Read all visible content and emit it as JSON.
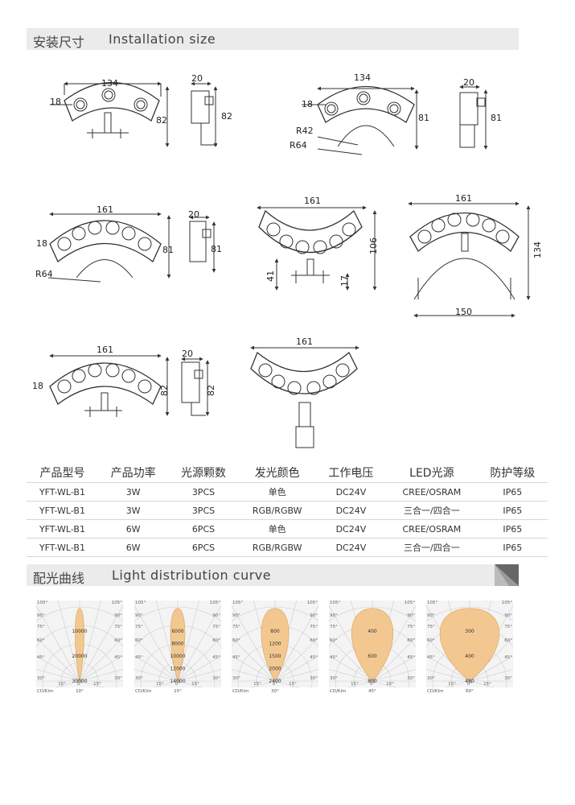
{
  "section1": {
    "title_zh": "安装尺寸",
    "title_en": "Installation size"
  },
  "section2": {
    "title_zh": "配光曲线",
    "title_en": "Light distribution curve"
  },
  "drawings": [
    {
      "w": "134",
      "h": "82",
      "led": "18",
      "sw": "20",
      "sh": "82"
    },
    {
      "w": "134",
      "h": "81",
      "led": "18",
      "sw": "20",
      "sh": "81",
      "r1": "R42",
      "r2": "R64"
    },
    {
      "w": "161",
      "h": "81",
      "led": "18",
      "sw": "20",
      "sh": "81",
      "r1": "R64"
    },
    {
      "w": "161",
      "h": "106",
      "d1": "41",
      "d2": "17"
    },
    {
      "w": "161",
      "h": "134",
      "base": "150"
    },
    {
      "w": "161",
      "h": "82",
      "led": "18",
      "sw": "20",
      "sh": "82"
    },
    {
      "w": "161"
    }
  ],
  "table": {
    "headers": [
      "产品型号",
      "产品功率",
      "光源颗数",
      "发光颜色",
      "工作电压",
      "LED光源",
      "防护等级"
    ],
    "rows": [
      [
        "YFT-WL-B1",
        "3W",
        "3PCS",
        "单色",
        "DC24V",
        "CREE/OSRAM",
        "IP65"
      ],
      [
        "YFT-WL-B1",
        "3W",
        "3PCS",
        "RGB/RGBW",
        "DC24V",
        "三合一/四合一",
        "IP65"
      ],
      [
        "YFT-WL-B1",
        "6W",
        "6PCS",
        "单色",
        "DC24V",
        "CREE/OSRAM",
        "IP65"
      ],
      [
        "YFT-WL-B1",
        "6W",
        "6PCS",
        "RGB/RGBW",
        "DC24V",
        "三合一/四合一",
        "IP65"
      ]
    ]
  },
  "curves": [
    {
      "beam": "10°",
      "unit": "CD/Klm",
      "values": [
        "10000",
        "20000",
        "30000"
      ],
      "angles": [
        "105°",
        "90°",
        "75°",
        "60°",
        "45°",
        "30°",
        "15°",
        "0°"
      ]
    },
    {
      "beam": "15°",
      "unit": "CD/Klm",
      "values": [
        "6000",
        "8000",
        "10000",
        "12000",
        "14000"
      ],
      "angles": [
        "105°",
        "90°",
        "75°",
        "60°",
        "45°",
        "30°",
        "15°",
        "0°"
      ]
    },
    {
      "beam": "30°",
      "unit": "CD/Klm",
      "values": [
        "800",
        "1200",
        "1500",
        "2000",
        "2400"
      ],
      "angles": [
        "105°",
        "90°",
        "75°",
        "60°",
        "45°",
        "30°",
        "15°",
        "0°"
      ]
    },
    {
      "beam": "45°",
      "unit": "CD/Klm",
      "values": [
        "400",
        "600",
        "800"
      ],
      "angles": [
        "105°",
        "90°",
        "75°",
        "60°",
        "45°",
        "30°",
        "15°",
        "0°"
      ]
    },
    {
      "beam": "60°",
      "unit": "CD/Klm",
      "values": [
        "300",
        "400",
        "480"
      ],
      "angles": [
        "105°",
        "90°",
        "75°",
        "60°",
        "45°",
        "30°",
        "15°",
        "0°"
      ]
    }
  ],
  "colors": {
    "bar": "#ebebeb",
    "beam": "#f3c890",
    "line": "#333333"
  }
}
